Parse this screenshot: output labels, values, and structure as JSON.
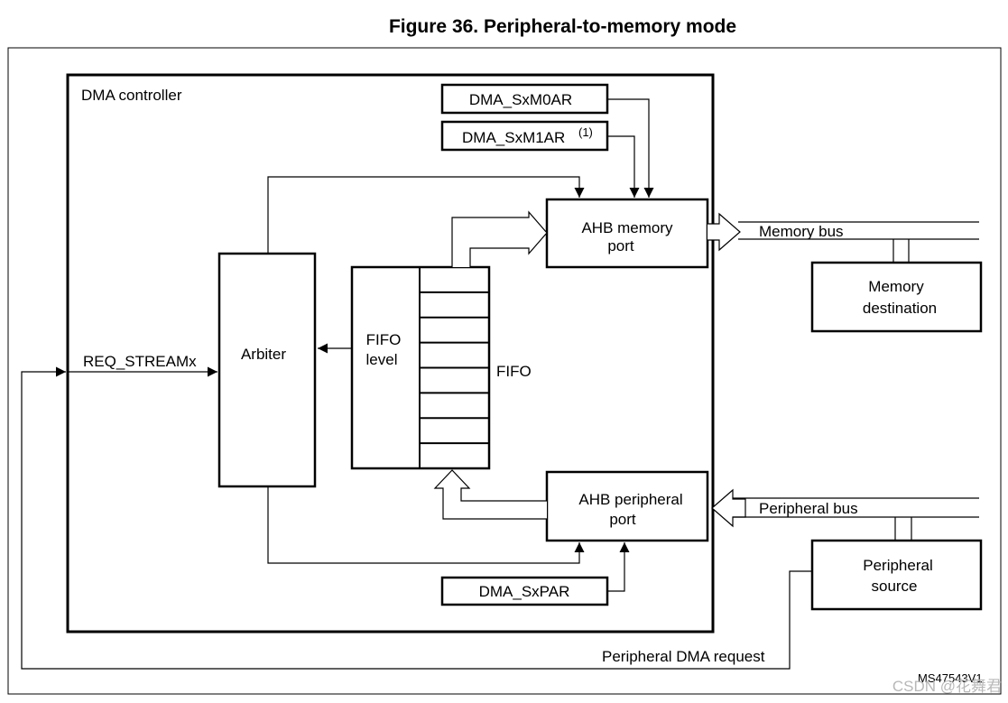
{
  "figure": {
    "title": "Figure 36. Peripheral-to-memory mode",
    "id_code": "MS47543V1",
    "watermark": "CSDN @花舞君"
  },
  "blocks": {
    "dma_controller": "DMA controller",
    "sxm0ar": "DMA_SxM0AR",
    "sxm1ar": "DMA_SxM1AR",
    "sxm1ar_note": "(1)",
    "ahb_memory_port": [
      "AHB memory",
      "port"
    ],
    "ahb_peripheral_port": [
      "AHB peripheral",
      "port"
    ],
    "arbiter": "Arbiter",
    "fifo_level": [
      "FIFO",
      "level"
    ],
    "fifo": "FIFO",
    "sxpar": "DMA_SxPAR",
    "memory_destination": [
      "Memory",
      "destination"
    ],
    "peripheral_source": [
      "Peripheral",
      "source"
    ]
  },
  "signals": {
    "req_stream": "REQ_STREAMx",
    "memory_bus": "Memory bus",
    "peripheral_bus": "Peripheral bus",
    "peripheral_dma_request": "Peripheral DMA request"
  },
  "fifo_cell_count": 8
}
